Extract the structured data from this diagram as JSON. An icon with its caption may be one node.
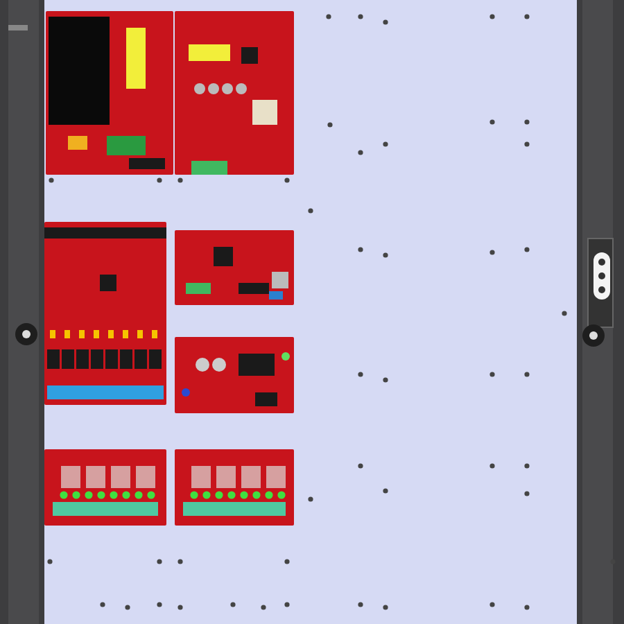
{
  "diagram": {
    "nodes": [
      {
        "text": [],
        "shape": "picture"
      },
      {
        "text": [],
        "shape": "picture"
      },
      {
        "text": [],
        "shape": "picture"
      },
      {
        "text": [],
        "shape": "picture"
      },
      {
        "text": [],
        "shape": "picture"
      },
      {
        "text": [],
        "shape": "picture"
      },
      {
        "text": [],
        "shape": "picture"
      }
    ]
  }
}
